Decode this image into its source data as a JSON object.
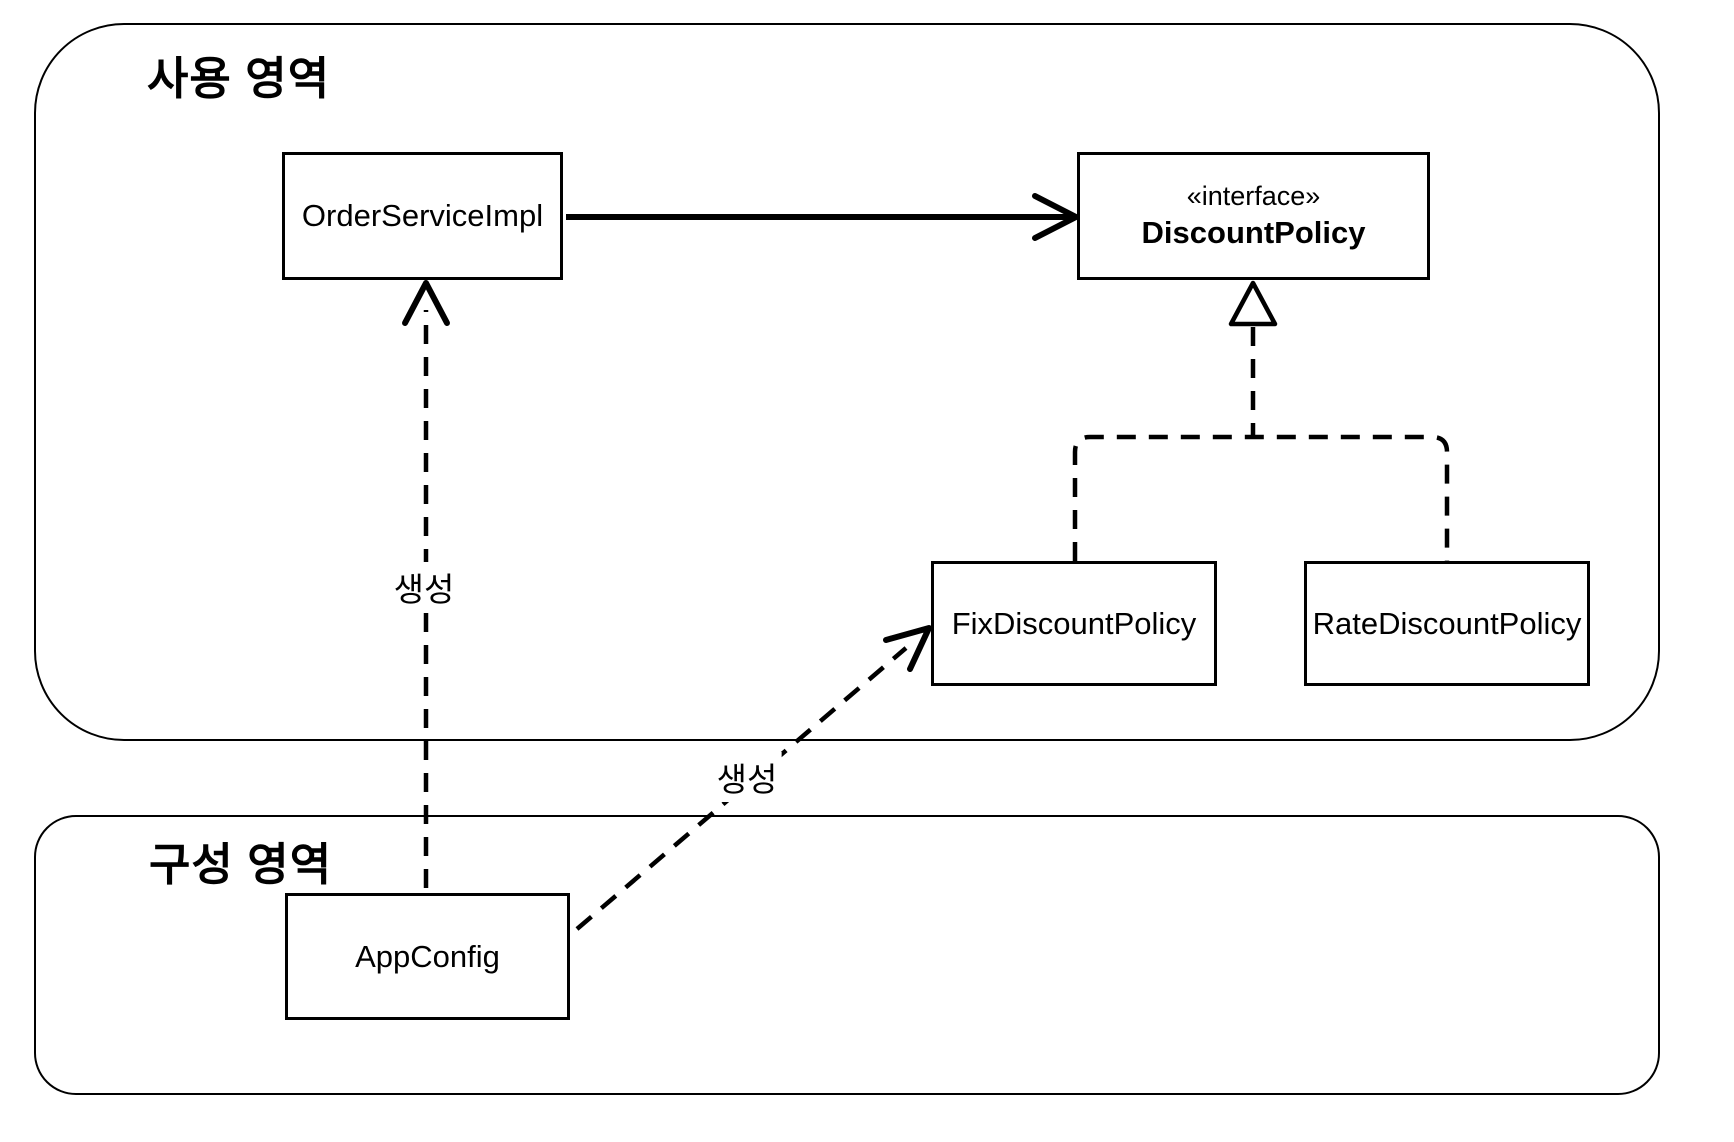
{
  "diagram": {
    "title": "Spring dependency injection class diagram",
    "regions": [
      {
        "id": "usage",
        "label": "사용 영역"
      },
      {
        "id": "config",
        "label": "구성 영역"
      }
    ],
    "nodes": [
      {
        "id": "order-service-impl",
        "label": "OrderServiceImpl"
      },
      {
        "id": "discount-policy",
        "stereotype": "«interface»",
        "label": "DiscountPolicy"
      },
      {
        "id": "fix-discount-policy",
        "label": "FixDiscountPolicy"
      },
      {
        "id": "rate-discount-policy",
        "label": "RateDiscountPolicy"
      },
      {
        "id": "app-config",
        "label": "AppConfig"
      }
    ],
    "edges": [
      {
        "from": "OrderServiceImpl",
        "to": "DiscountPolicy",
        "type": "dependency-solid-arrow",
        "label": ""
      },
      {
        "from": "FixDiscountPolicy",
        "to": "DiscountPolicy",
        "type": "realization-dashed-hollow-triangle",
        "label": ""
      },
      {
        "from": "RateDiscountPolicy",
        "to": "DiscountPolicy",
        "type": "realization-dashed-hollow-triangle",
        "label": ""
      },
      {
        "from": "AppConfig",
        "to": "OrderServiceImpl",
        "type": "create-dashed-arrow",
        "label": "생성"
      },
      {
        "from": "AppConfig",
        "to": "FixDiscountPolicy",
        "type": "create-dashed-arrow",
        "label": "생성"
      }
    ],
    "colors": {
      "stroke": "#000000",
      "background": "#ffffff"
    }
  }
}
